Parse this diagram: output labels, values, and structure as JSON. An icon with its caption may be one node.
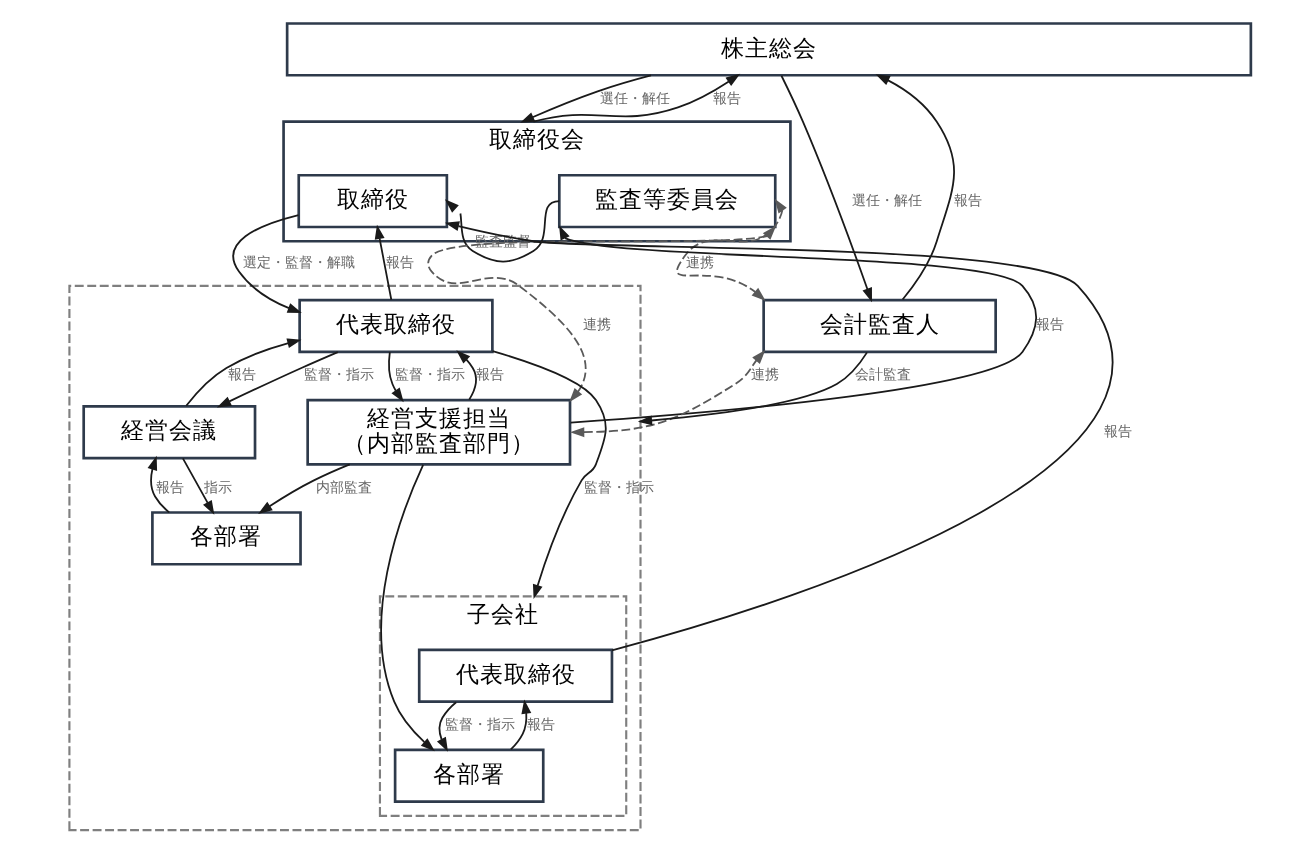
{
  "diagram": {
    "nodes": [
      {
        "text": [
          "株主総会"
        ]
      },
      {
        "text": [
          "取締役会"
        ]
      },
      {
        "text": [
          "取締役"
        ],
        "in": 1
      },
      {
        "text": [
          "監査等委員会"
        ],
        "in": 1
      },
      {
        "text": [],
        "shape": "box"
      },
      {
        "text": [
          "代表取締役"
        ],
        "in": 4
      },
      {
        "text": [
          "経営会議"
        ],
        "in": 4
      },
      {
        "text": [
          "各部署"
        ],
        "in": 4
      },
      {
        "text": [
          "経営支援担当",
          "（内部監査部門）"
        ],
        "in": 4
      },
      {
        "text": [
          "子会社"
        ],
        "in": 4
      },
      {
        "text": [
          "代表取締役"
        ],
        "in": 9
      },
      {
        "text": [
          "各部署"
        ],
        "in": 9
      },
      {
        "text": [
          "会計監査人"
        ]
      }
    ],
    "edges": [
      {
        "from": 0,
        "to": 1,
        "arrow": "to",
        "label": "選任・解任"
      },
      {
        "from": 1,
        "to": 0,
        "arrow": "to",
        "label": "報告"
      },
      {
        "from": 0,
        "to": 12,
        "arrow": "to",
        "label": "選任・解任"
      },
      {
        "from": 12,
        "to": 0,
        "arrow": "to",
        "label": "報告"
      },
      {
        "from": 3,
        "to": 2,
        "arrow": "to",
        "label": "監査監督"
      },
      {
        "from": 2,
        "to": 5,
        "arrow": "to",
        "label": "選定・監督・解職"
      },
      {
        "from": 5,
        "to": 2,
        "arrow": "to",
        "label": "報告"
      },
      {
        "from": 3,
        "to": 12,
        "arrow": "both",
        "label": "連携",
        "style": "dashed",
        "color": "#595959"
      },
      {
        "from": 5,
        "to": 8,
        "arrow": "to",
        "label": "監督・指示"
      },
      {
        "from": 8,
        "to": 5,
        "arrow": "to",
        "label": "報告"
      },
      {
        "from": 8,
        "to": 3,
        "arrow": "to",
        "label": "報告"
      },
      {
        "from": 3,
        "to": 8,
        "arrow": "both",
        "label": "連携",
        "style": "dashed",
        "color": "#595959"
      },
      {
        "from": 12,
        "to": 4,
        "arrow": "to",
        "label": "会計監査"
      },
      {
        "from": 5,
        "to": 6,
        "arrow": "to",
        "label": "監督・指示"
      },
      {
        "from": 6,
        "to": 5,
        "arrow": "to",
        "label": "報告"
      },
      {
        "from": 6,
        "to": 7,
        "arrow": "to",
        "label": "指示"
      },
      {
        "from": 7,
        "to": 6,
        "arrow": "to",
        "label": "報告"
      },
      {
        "from": 8,
        "to": 12,
        "arrow": "both",
        "label": "連携",
        "style": "dashed",
        "color": "#595959"
      },
      {
        "from": 8,
        "to": 7,
        "arrow": "to",
        "label": "内部監査"
      },
      {
        "from": 8,
        "to": 11,
        "arrow": "to"
      },
      {
        "from": 5,
        "to": 9,
        "arrow": "to",
        "label": "監督・指示"
      },
      {
        "from": 10,
        "to": 2,
        "arrow": "to",
        "label": "報告"
      },
      {
        "from": 10,
        "to": 11,
        "arrow": "to",
        "label": "監督・指示"
      },
      {
        "from": 11,
        "to": 10,
        "arrow": "to",
        "label": "報告"
      }
    ]
  }
}
